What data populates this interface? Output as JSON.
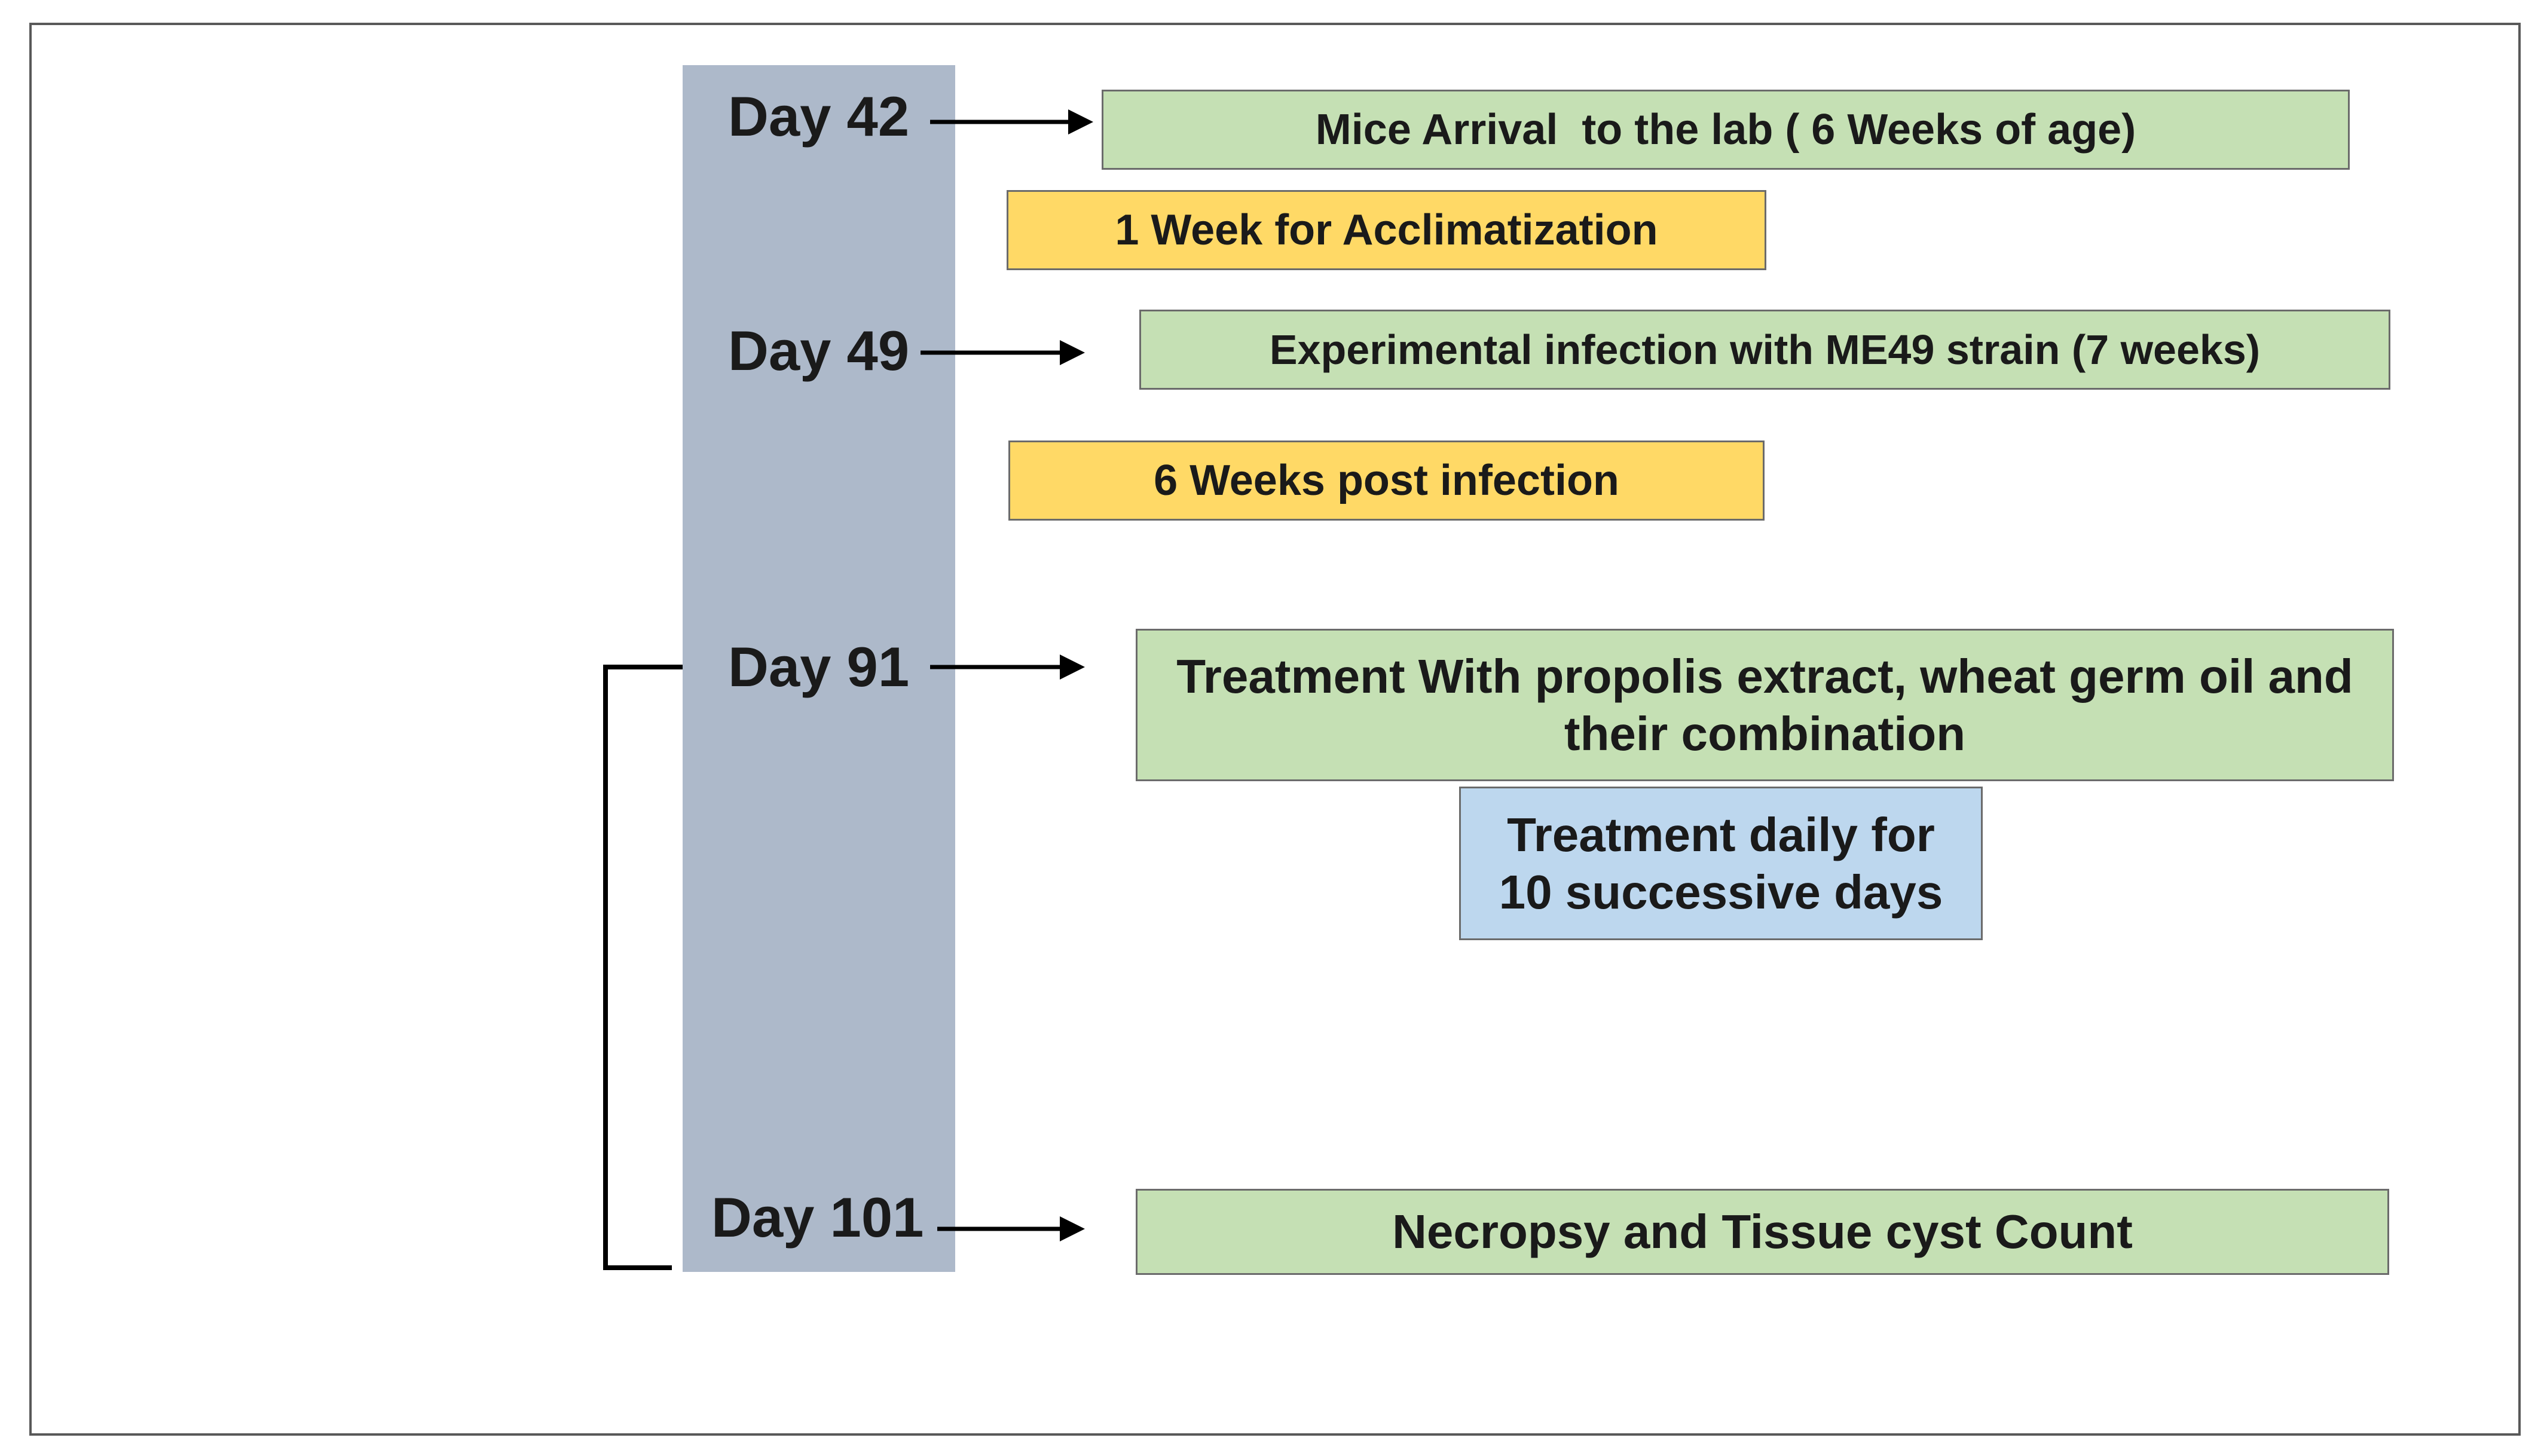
{
  "timeline": {
    "days": [
      {
        "label": "Day 42"
      },
      {
        "label": "Day 49"
      },
      {
        "label": "Day 91"
      },
      {
        "label": "Day 101"
      }
    ]
  },
  "events": {
    "arrival": "Mice Arrival  to the lab ( 6 Weeks of age)",
    "acclimatization": "1 Week for Acclimatization",
    "infection": "Experimental infection with ME49 strain (7 weeks)",
    "post_infection": "6 Weeks post infection",
    "treatment_line1": "Treatment With propolis extract, wheat germ oil and",
    "treatment_line2": "their combination",
    "treatment_daily_line1": "Treatment daily for",
    "treatment_daily_line2": "10 successive days",
    "necropsy": "Necropsy and Tissue cyst Count"
  },
  "colors": {
    "event_box": "#c5e0b4",
    "interval_box": "#ffd966",
    "duration_box": "#bdd7ee",
    "timeline_bar": "#adb9ca"
  }
}
